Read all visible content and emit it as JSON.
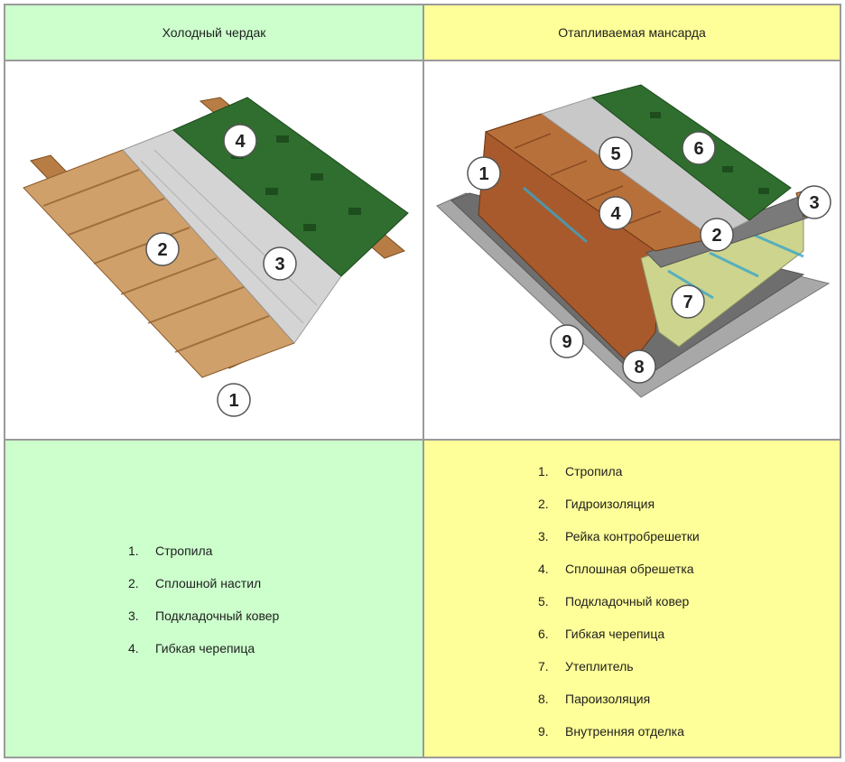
{
  "headers": {
    "cold": "Холодный чердак",
    "warm": "Отапливаемая мансарда"
  },
  "diagram_cold": {
    "callouts": [
      "1",
      "2",
      "3",
      "4"
    ]
  },
  "diagram_warm": {
    "callouts": [
      "1",
      "2",
      "3",
      "4",
      "5",
      "6",
      "7",
      "8",
      "9"
    ]
  },
  "legend_cold": [
    {
      "num": "1.",
      "text": "Стропила"
    },
    {
      "num": "2.",
      "text": "Сплошной настил"
    },
    {
      "num": "3.",
      "text": "Подкладочный ковер"
    },
    {
      "num": "4.",
      "text": "Гибкая черепица"
    }
  ],
  "legend_warm": [
    {
      "num": "1.",
      "text": "Стропила"
    },
    {
      "num": "2.",
      "text": "Гидроизоляция"
    },
    {
      "num": "3.",
      "text": "Рейка контробрешетки"
    },
    {
      "num": "4.",
      "text": "Сплошная обрешетка"
    },
    {
      "num": "5.",
      "text": "Подкладочный ковер"
    },
    {
      "num": "6.",
      "text": "Гибкая черепица"
    },
    {
      "num": "7.",
      "text": "Утеплитель"
    },
    {
      "num": "8.",
      "text": "Пароизоляция"
    },
    {
      "num": "9.",
      "text": "Внутренняя отделка"
    }
  ],
  "colors": {
    "green_cell": "#ccffcc",
    "yellow_cell": "#ffff99",
    "wood": "#c9925a",
    "wood_dark": "#8a5a2a",
    "felt": "#cfcfcf",
    "shingle": "#2e6b2e",
    "insulation": "#c8d08a",
    "brick_wood": "#a8582a"
  }
}
